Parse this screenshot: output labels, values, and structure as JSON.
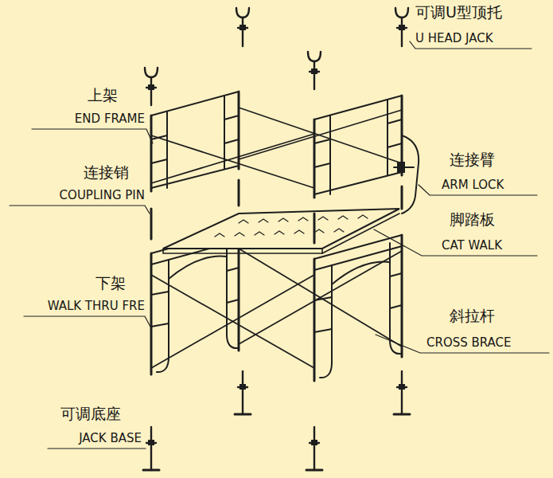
{
  "diagram": {
    "labels": [
      "可调U型顶托",
      "U HEAD JACK",
      "上架",
      "END FRAME",
      "连接销",
      "COUPLING PIN",
      "连接臂",
      "ARM LOCK",
      "脚踏板",
      "CAT WALK",
      "下架",
      "WALK THRU FRE",
      "斜拉杆",
      "CROSS BRACE",
      "可调底座",
      "JACK BASE"
    ]
  }
}
